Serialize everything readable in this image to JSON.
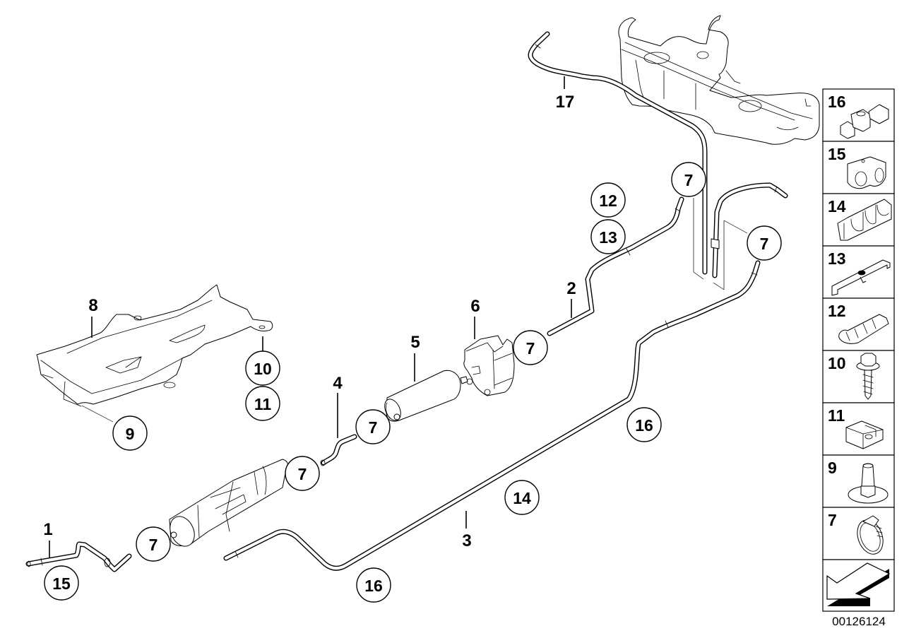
{
  "diagram": {
    "title": "Fuel pipe / fuel filter parts diagram",
    "document_number": "00126124",
    "part_labels": {
      "p1": "1",
      "p2": "2",
      "p3": "3",
      "p4": "4",
      "p5": "5",
      "p6": "6",
      "p8": "8",
      "p17": "17"
    },
    "callouts": {
      "c7_filter_left": "7",
      "c7_filter_right": "7",
      "c7_pump_left": "7",
      "c7_pump_right": "7",
      "c7_line2_top": "7",
      "c7_line3_top": "7",
      "c9": "9",
      "c10": "10",
      "c11": "11",
      "c12": "12",
      "c13": "13",
      "c14": "14",
      "c15": "15",
      "c16_bottom": "16",
      "c16_right": "16"
    },
    "legend": [
      {
        "number": "16",
        "part": "clip-triple"
      },
      {
        "number": "15",
        "part": "clip-double"
      },
      {
        "number": "14",
        "part": "clip-multi"
      },
      {
        "number": "13",
        "part": "bracket"
      },
      {
        "number": "12",
        "part": "clip-strip"
      },
      {
        "number": "10",
        "part": "screw"
      },
      {
        "number": "11",
        "part": "clip-nut"
      },
      {
        "number": "9",
        "part": "stud-nut"
      },
      {
        "number": "7",
        "part": "hose-clamp"
      },
      {
        "number": "",
        "part": "direction-arrow"
      }
    ]
  }
}
